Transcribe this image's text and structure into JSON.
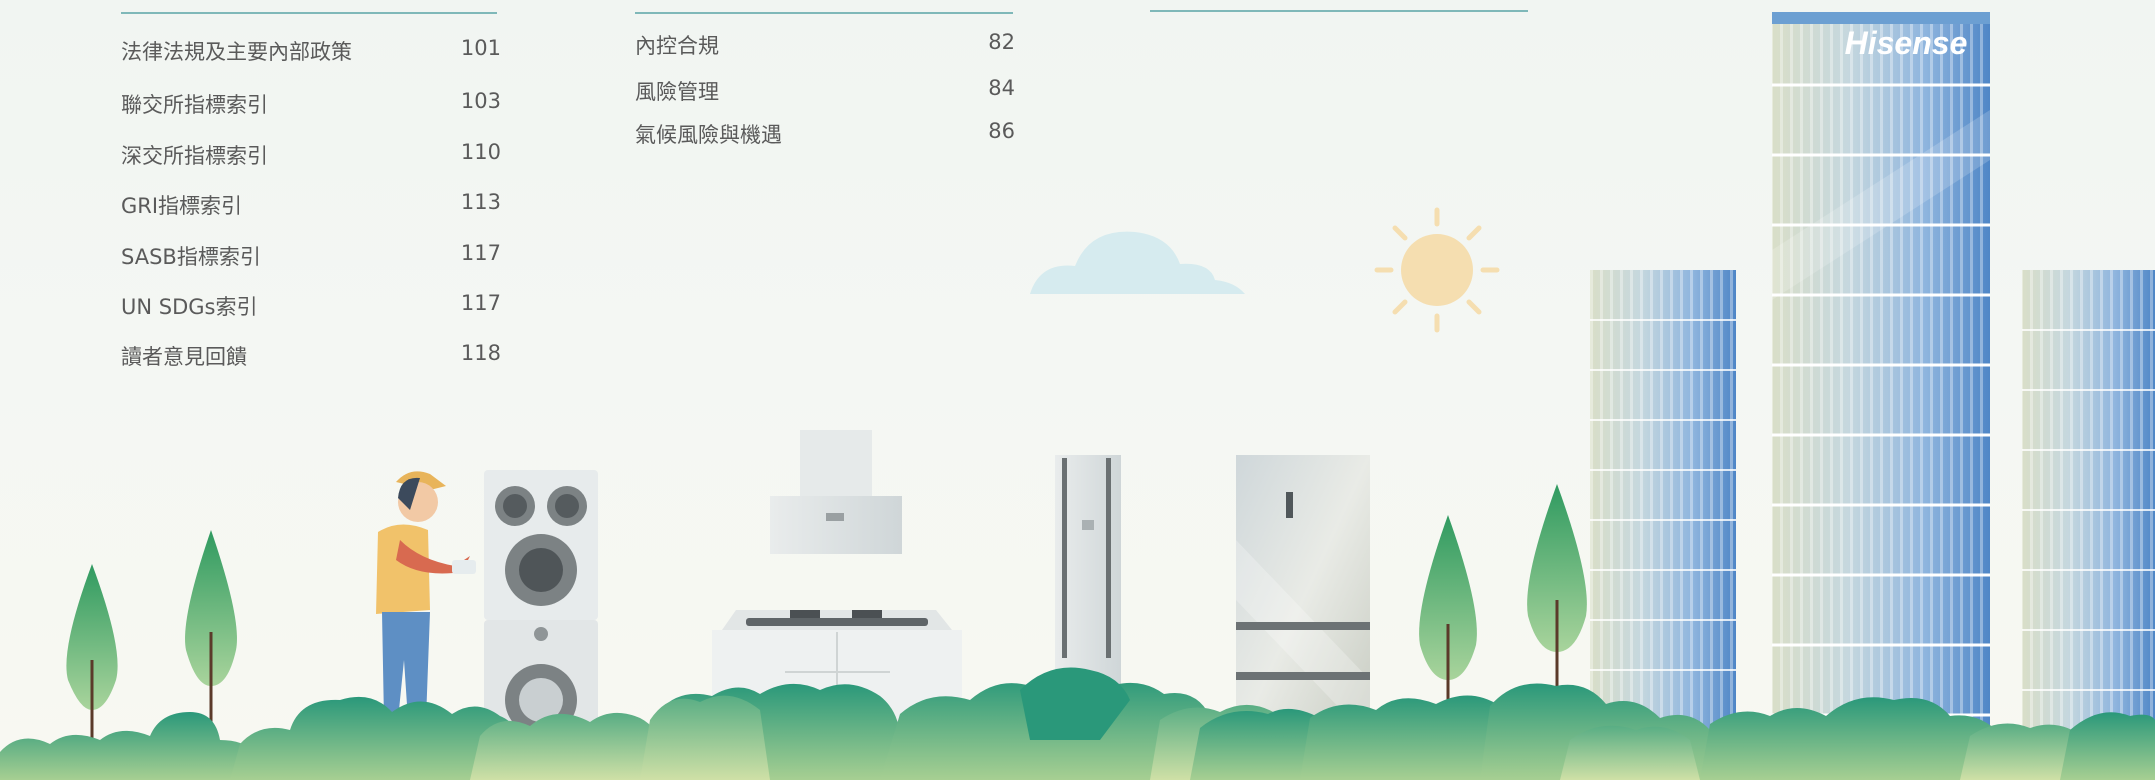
{
  "toc": {
    "column1": [
      {
        "title": "法律法規及主要內部政策",
        "page": "101"
      },
      {
        "title": "聯交所指標索引",
        "page": "103"
      },
      {
        "title": "深交所指標索引",
        "page": "110"
      },
      {
        "title": "GRI指標索引",
        "page": "113"
      },
      {
        "title": "SASB指標索引",
        "page": "117"
      },
      {
        "title": "UN SDGs索引",
        "page": "117"
      },
      {
        "title": "讀者意見回饋",
        "page": "118"
      }
    ],
    "column2": [
      {
        "title": "內控合規",
        "page": "82"
      },
      {
        "title": "風險管理",
        "page": "84"
      },
      {
        "title": "氣候風險與機遇",
        "page": "86"
      }
    ]
  },
  "brand": {
    "logo_text": "Hisense"
  },
  "colors": {
    "rule": "#7fb8b9",
    "tree_green": "#3a9e6a",
    "bush_dark": "#2e9c7c",
    "bush_light": "#9ccb94",
    "tower_blue": "#5a8fcc",
    "sun": "#f5deb0",
    "cloud": "#d6ebef"
  }
}
